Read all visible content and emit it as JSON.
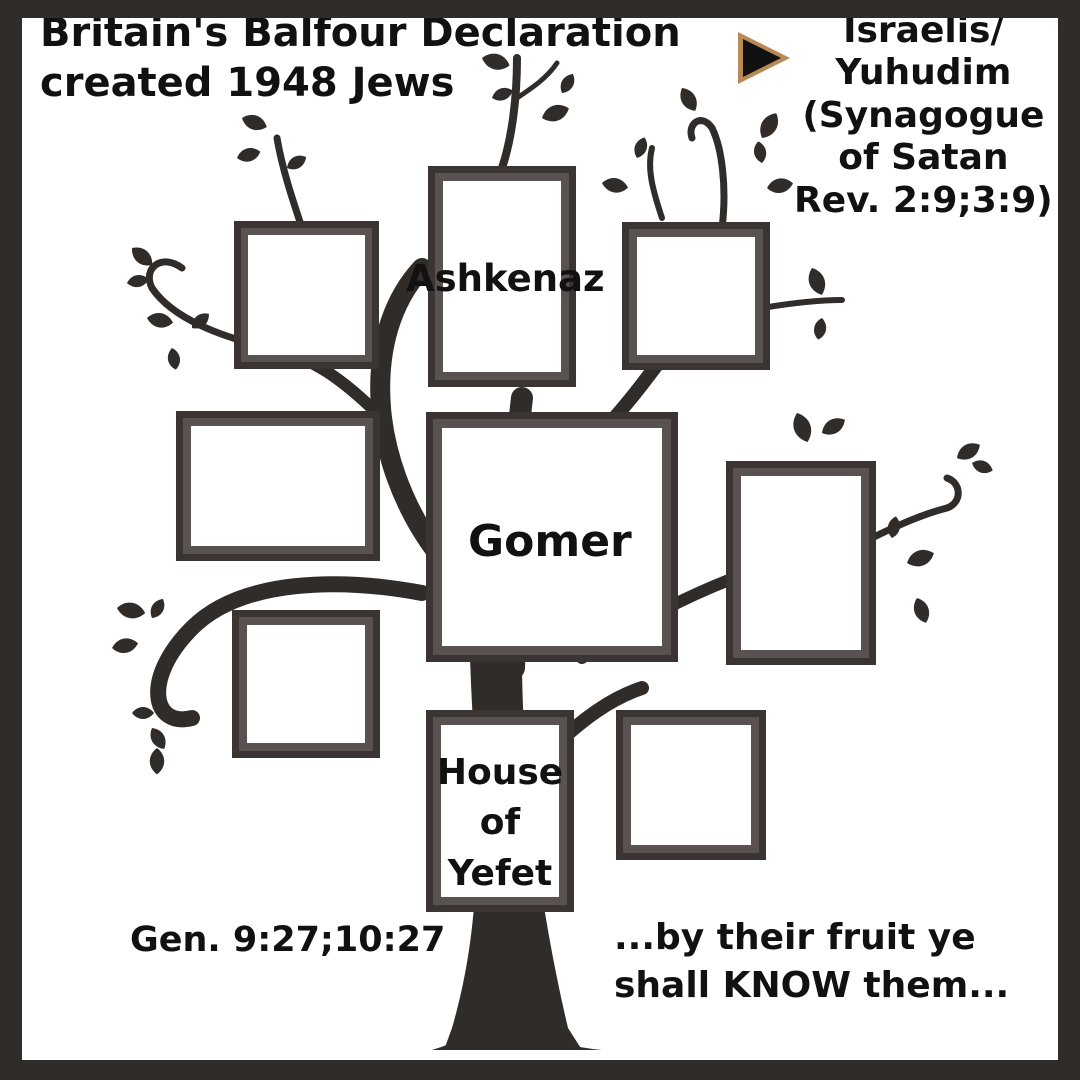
{
  "headline": {
    "line1": "Britain's Balfour Declaration",
    "line2": "created 1948 Jews"
  },
  "right_caption": {
    "line1": "Israelis/",
    "line2": "Yuhudim",
    "line3": "(Synagogue",
    "line4": "of Satan",
    "line5": "Rev. 2:9;3:9)"
  },
  "nodes": {
    "ashkenaz": "Ashkenaz",
    "gomer": "Gomer",
    "house_line1": "House",
    "house_line2": "of",
    "house_line3": "Yefet"
  },
  "footer": {
    "reference": "Gen. 9:27;10:27",
    "quote_line1": "...by their fruit ye",
    "quote_line2": "shall KNOW them..."
  },
  "colors": {
    "frame_outer": "#2f2c2a",
    "frame_dark": "#3a3433",
    "frame_light": "#5a5250",
    "tree": "#2f2c2a",
    "arrow_fill": "#111111",
    "arrow_outline": "#b98a58"
  },
  "icons": [
    "play-arrow-icon"
  ]
}
